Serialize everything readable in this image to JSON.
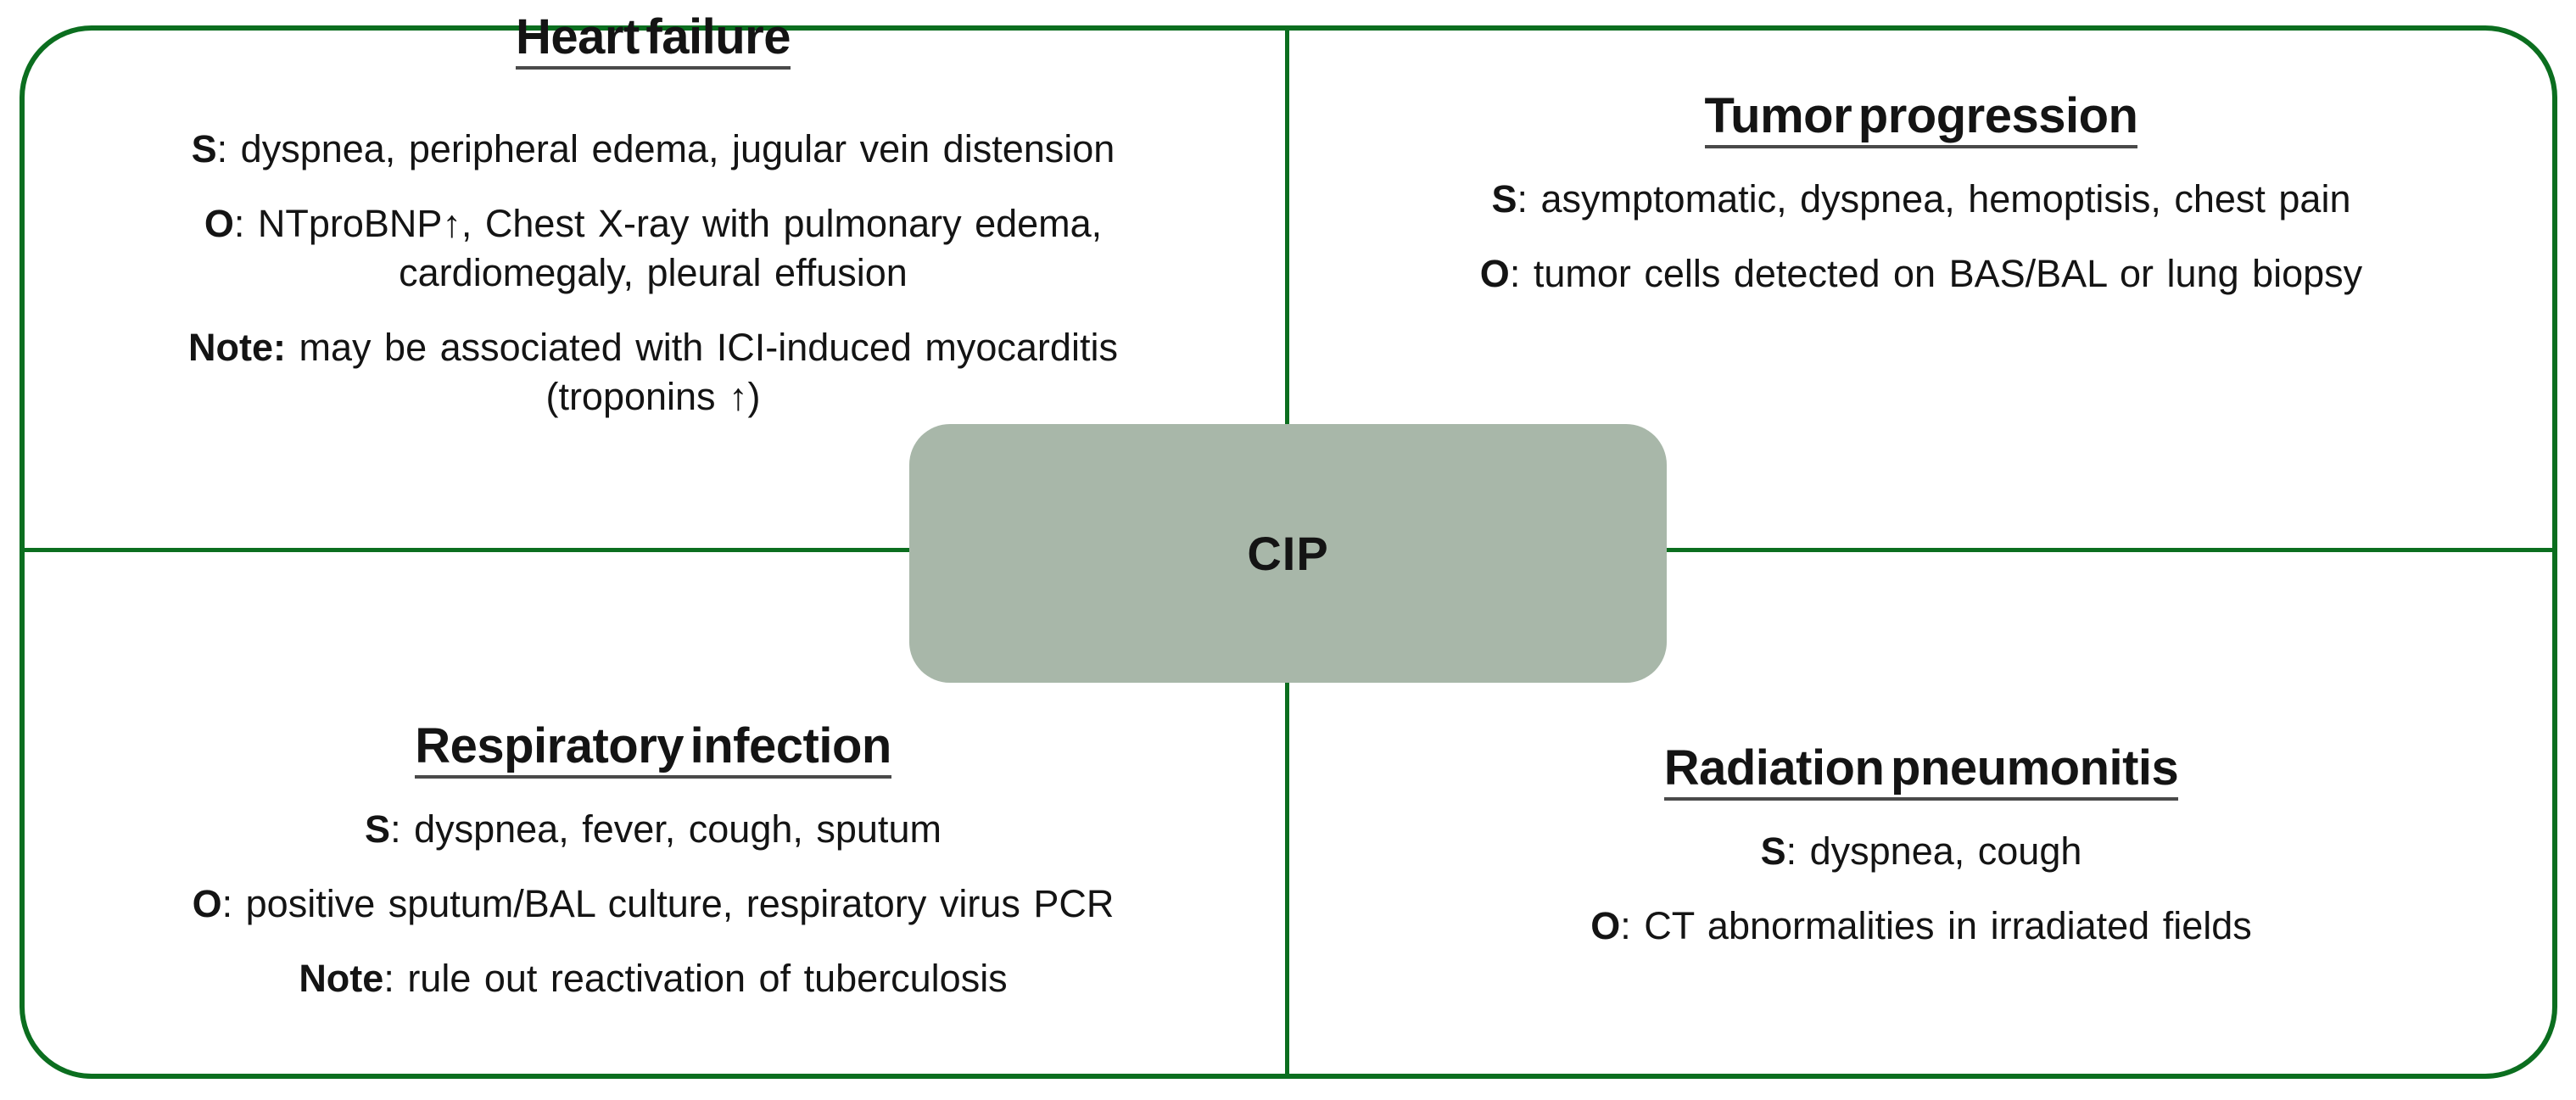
{
  "colors": {
    "line_green": "#0b6e1f",
    "center_fill": "#a8b7a9",
    "title_underline": "#4a4a4a",
    "text_color": "#141414"
  },
  "center": {
    "label": "CIP"
  },
  "quadrants": [
    {
      "id": "heart-failure",
      "title": "Heart failure",
      "lines": [
        {
          "bold": "S",
          "rest": ": dyspnea, peripheral edema, jugular vein distension"
        },
        {
          "bold": "O",
          "rest": ": NTproBNP↑, Chest X-ray with pulmonary edema,\ncardiomegaly, pleural effusion"
        },
        {
          "bold": "Note:",
          "rest": " may be associated with ICI-induced myocarditis\n(troponins ↑)"
        }
      ]
    },
    {
      "id": "tumor-progression",
      "title": "Tumor progression",
      "lines": [
        {
          "bold": "S",
          "rest": ": asymptomatic, dyspnea, hemoptisis, chest pain"
        },
        {
          "bold": "O",
          "rest": ": tumor cells detected on BAS/BAL or lung biopsy"
        }
      ]
    },
    {
      "id": "respiratory-infection",
      "title": "Respiratory infection",
      "lines": [
        {
          "bold": "S",
          "rest": ": dyspnea, fever, cough, sputum"
        },
        {
          "bold": "O",
          "rest": ": positive sputum/BAL culture, respiratory virus PCR"
        },
        {
          "bold": "Note",
          "rest": ": rule out reactivation of tuberculosis"
        }
      ]
    },
    {
      "id": "radiation-pneumonitis",
      "title": "Radiation pneumonitis",
      "lines": [
        {
          "bold": "S",
          "rest": ": dyspnea, cough"
        },
        {
          "bold": "O",
          "rest": ": CT abnormalities in irradiated fields"
        }
      ]
    }
  ]
}
